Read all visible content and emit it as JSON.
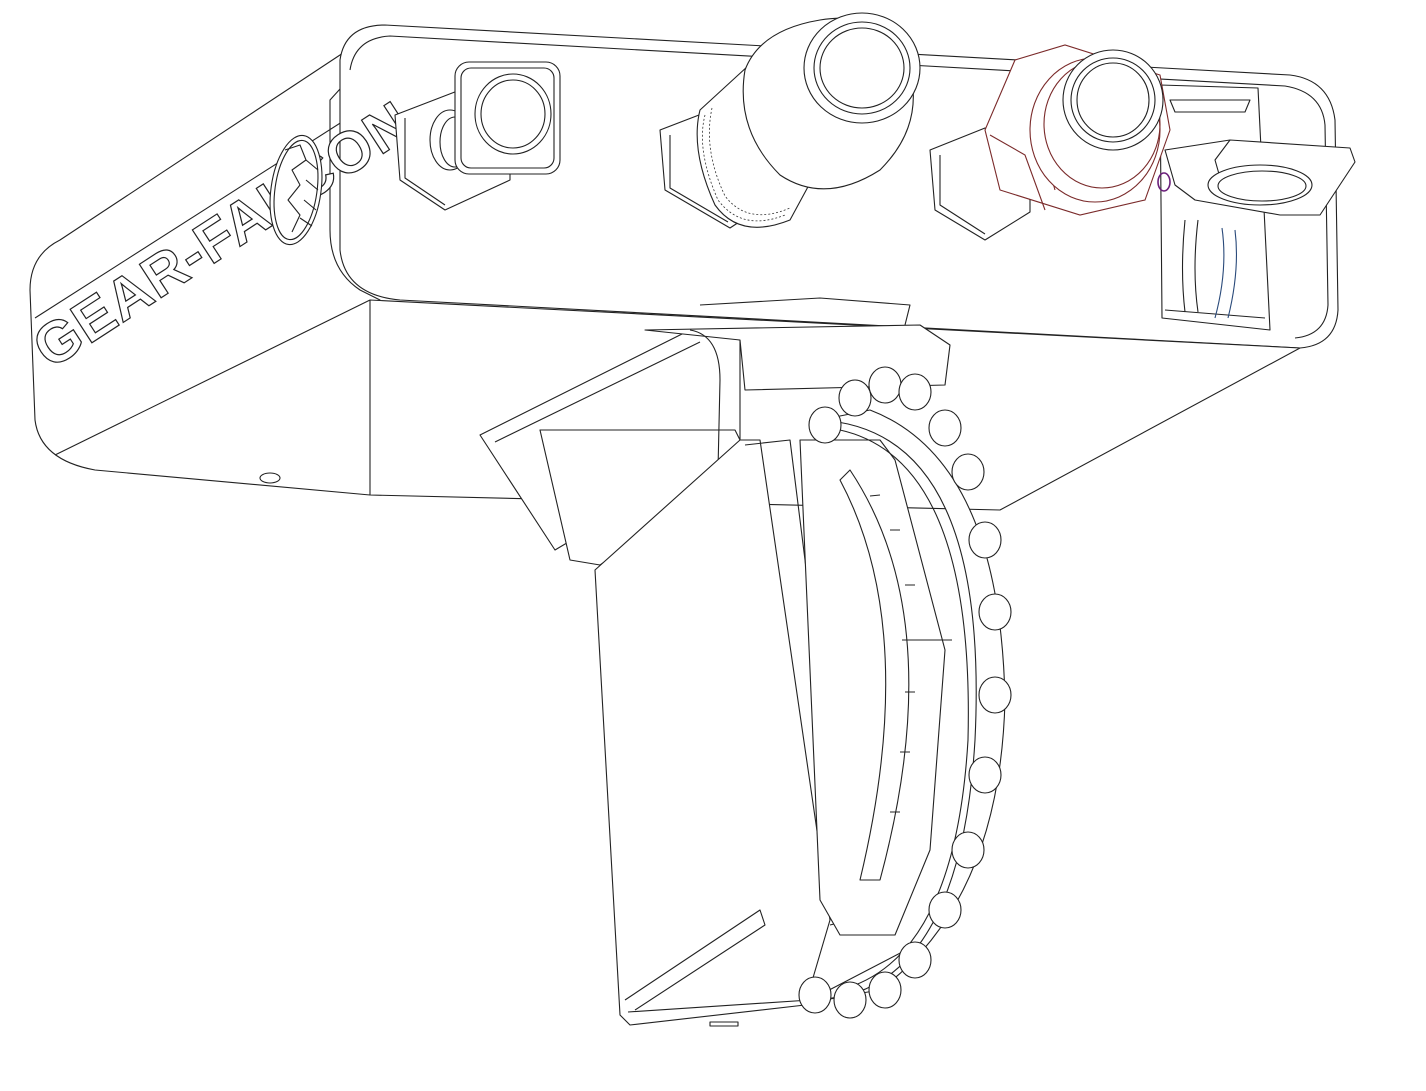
{
  "drawing": {
    "type": "technical line drawing",
    "brand_label": "GEAR-FALCON",
    "colors": {
      "background": "#ffffff",
      "line": "#222222",
      "fitting_highlight": "#7a2a2a",
      "inner_ring": "#2a4a7a",
      "marker": "#6a1f7a"
    },
    "components": [
      {
        "name": "main-housing",
        "label": "Housing with GEAR-FALCON emblem"
      },
      {
        "name": "square-cap-port",
        "label": "Square cap connector"
      },
      {
        "name": "knurled-barrel-port",
        "label": "Knurled barrel connector"
      },
      {
        "name": "hex-nut-port",
        "label": "Hex nut connector (highlighted)"
      },
      {
        "name": "side-lever",
        "label": "Side lever / latch"
      },
      {
        "name": "mounting-bracket",
        "label": "Mounting bracket"
      },
      {
        "name": "gear-wheel",
        "label": "Knob wheel with peg teeth"
      }
    ]
  }
}
